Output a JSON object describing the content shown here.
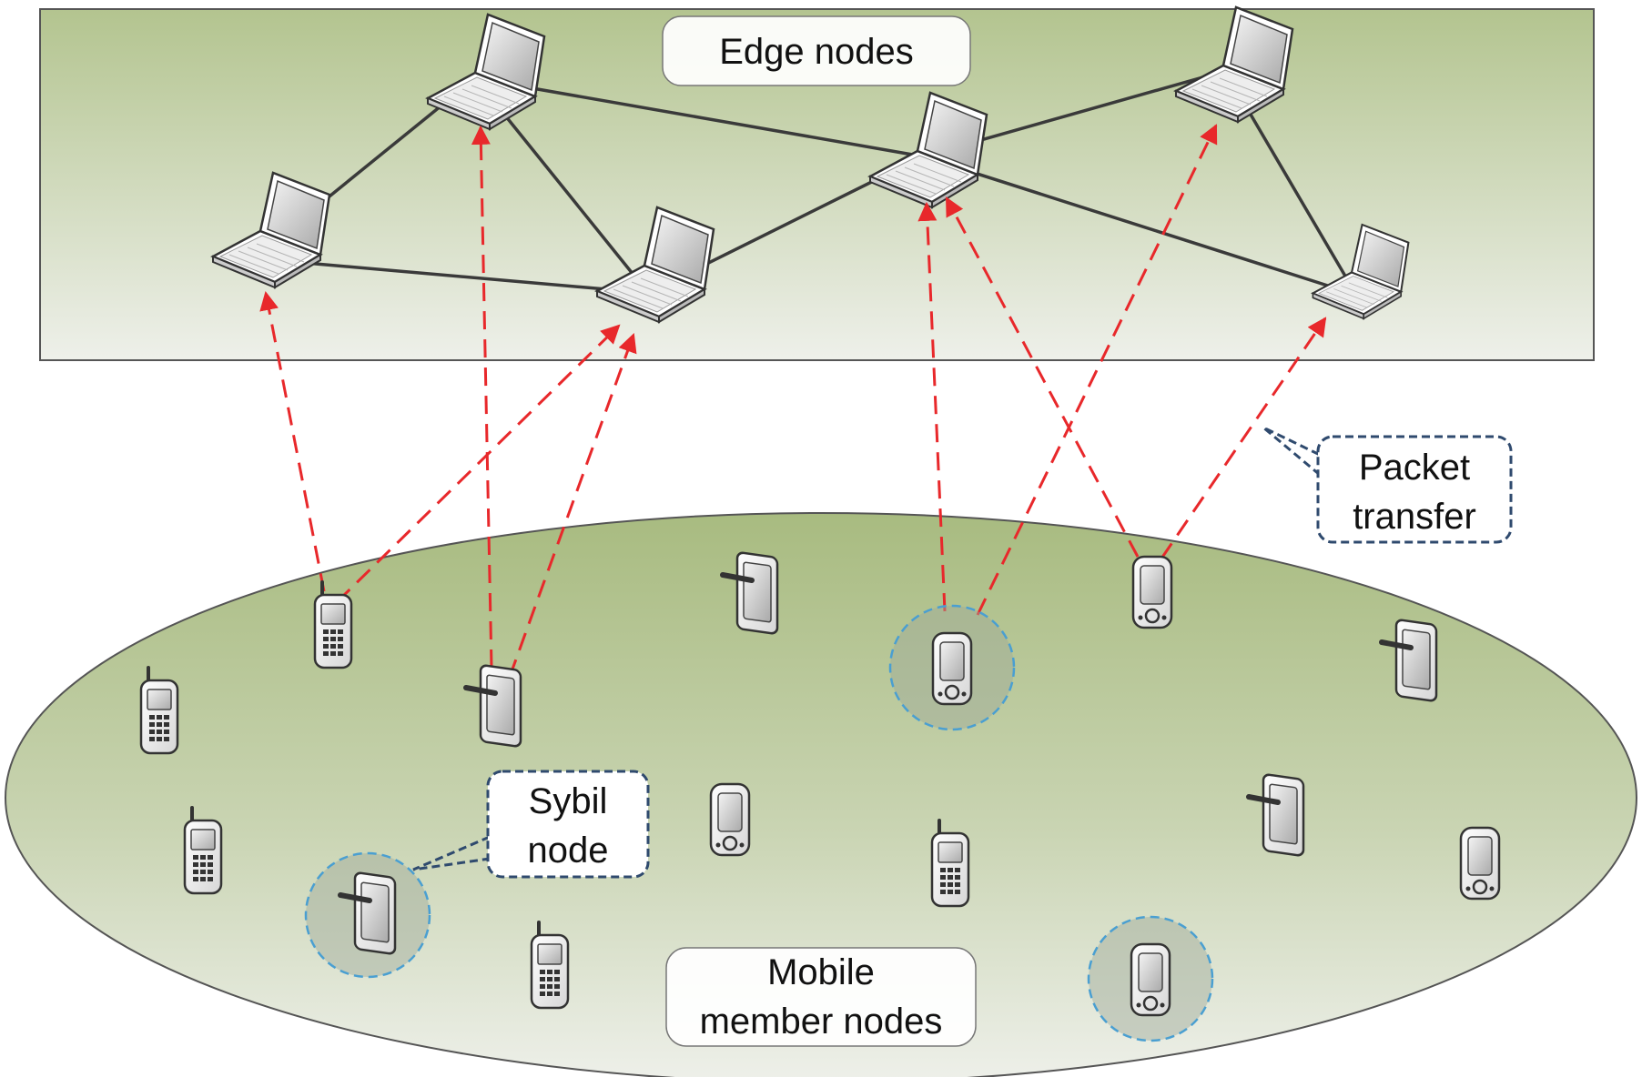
{
  "labels": {
    "edge_nodes": "Edge nodes",
    "mobile_member_nodes": [
      "Mobile",
      "member nodes"
    ],
    "packet_transfer": [
      "Packet",
      "transfer"
    ],
    "sybil_node": [
      "Sybil",
      "node"
    ]
  },
  "colors": {
    "edge_panel_top": "#b3c48f",
    "edge_panel_bottom": "#eef0ea",
    "mobile_area_top": "#aabd83",
    "mobile_area_bottom": "#eef0ea",
    "edge_link": "#3a3a3a",
    "packet_arrow": "#e8282b",
    "callout_border": "#2f4a6e",
    "sybil_ring": "#4a9fd1"
  },
  "icons": {
    "edge_device": "laptop-icon",
    "mobile_devices": [
      "feature-phone-icon",
      "tablet-icon",
      "pda-icon"
    ]
  }
}
